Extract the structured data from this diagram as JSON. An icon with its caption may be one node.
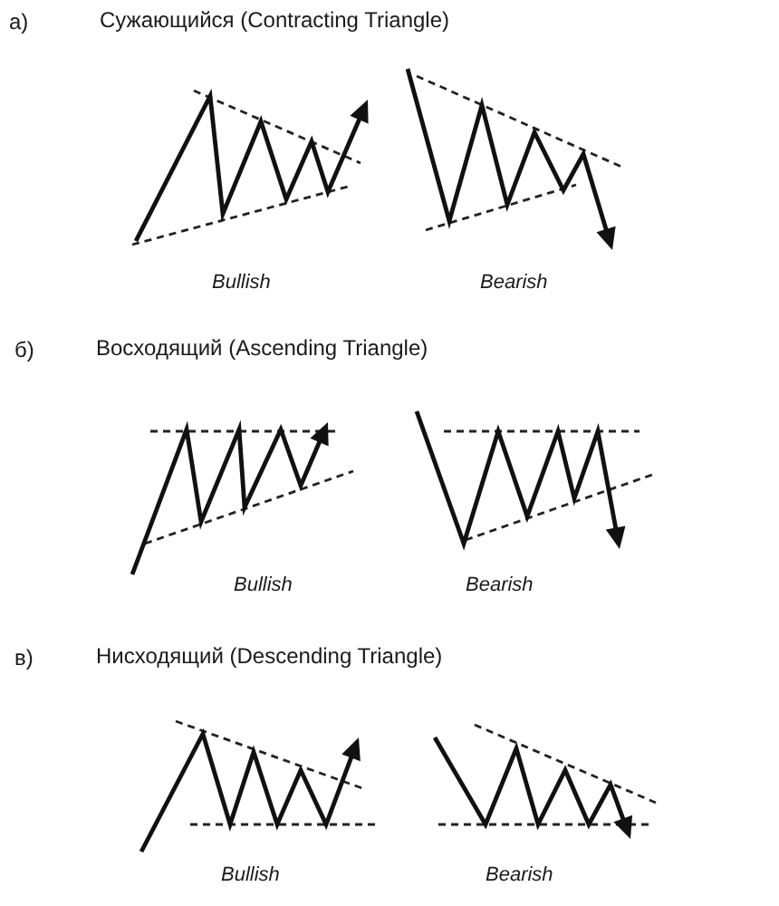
{
  "diagram": {
    "labels": [
      "а)",
      "Сужающийся (Contracting Triangle)",
      "Bullish",
      "Bearish",
      "б)",
      "Восходящий (Ascending Triangle)",
      "Bullish",
      "Bearish",
      "в)",
      "Нисходящий (Descending Triangle)",
      "Bullish",
      "Bearish"
    ]
  }
}
